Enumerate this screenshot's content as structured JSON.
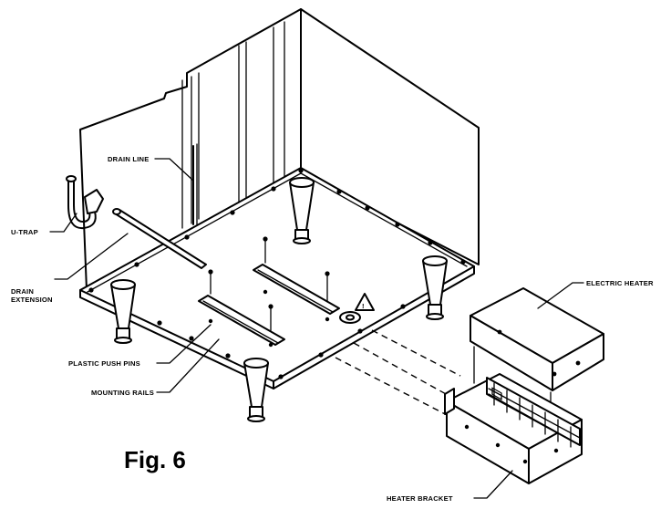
{
  "figure_label": "Fig. 6",
  "labels": {
    "u_trap": "U-TRAP",
    "drain_line": "DRAIN LINE",
    "drain_extension_1": "DRAIN",
    "drain_extension_2": "EXTENSION",
    "plastic_push_pins": "PLASTIC PUSH PINS",
    "mounting_rails": "MOUNTING RAILS",
    "electric_heater": "ELECTRIC HEATER",
    "heater_bracket": "HEATER BRACKET",
    "warning_symbol": "!"
  }
}
